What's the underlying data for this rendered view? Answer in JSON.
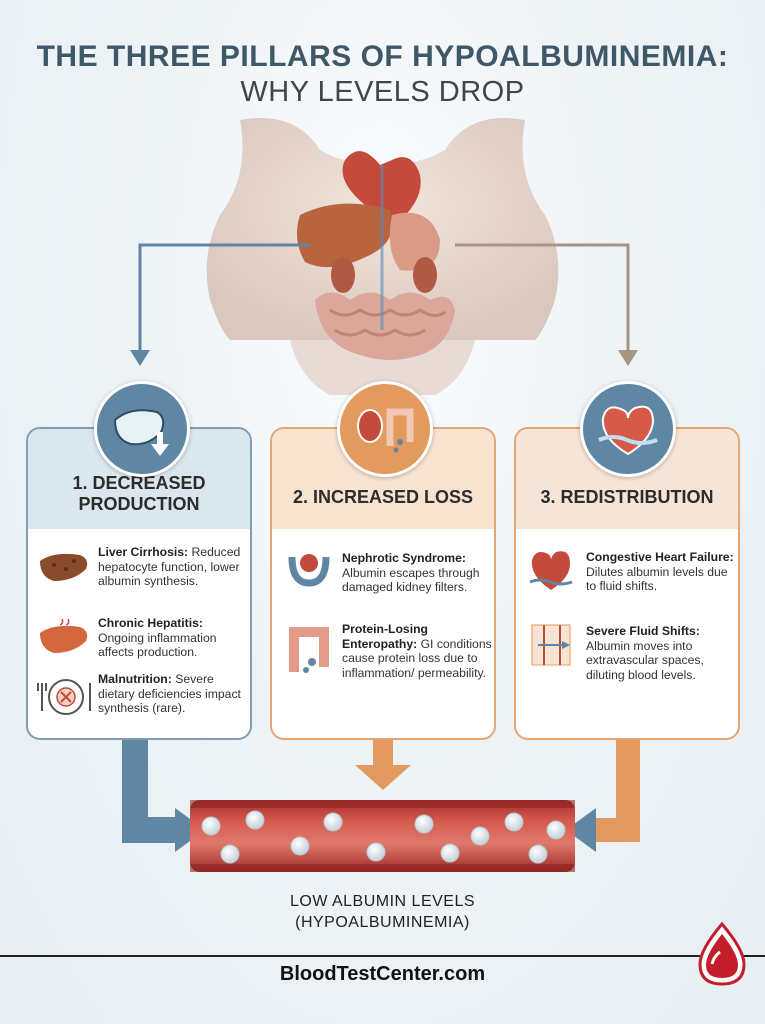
{
  "title": {
    "line1": "THE THREE PILLARS OF HYPOALBUMINEMIA:",
    "line2": "WHY LEVELS DROP"
  },
  "pillars": [
    {
      "heading": "1. DECREASED PRODUCTION",
      "icon": "liver-down-icon",
      "items": [
        {
          "term": "Liver Cirrhosis:",
          "desc": "Reduced hepatocyte function, lower albumin synthesis.",
          "icon": "cirrhotic-liver-icon"
        },
        {
          "term": "Chronic Hepatitis:",
          "desc": "Ongoing inflammation affects production.",
          "icon": "inflamed-liver-icon"
        },
        {
          "term": "Malnutrition:",
          "desc": "Severe dietary deficiencies impact synthesis (rare).",
          "icon": "empty-plate-icon"
        }
      ]
    },
    {
      "heading": "2. INCREASED LOSS",
      "icon": "kidney-intestine-icon",
      "items": [
        {
          "term": "Nephrotic Syndrome:",
          "desc": "Albumin escapes through damaged kidney filters.",
          "icon": "glomerulus-icon"
        },
        {
          "term": "Protein-Losing Enteropathy:",
          "desc": "GI conditions cause protein loss due to inflammation/ permeability.",
          "icon": "colon-icon"
        }
      ]
    },
    {
      "heading": "3. REDISTRIBUTION",
      "icon": "heart-fluid-icon",
      "items": [
        {
          "term": "Congestive Heart Failure:",
          "desc": "Dilutes albumin levels due to fluid shifts.",
          "icon": "heart-icon"
        },
        {
          "term": "Severe Fluid Shifts:",
          "desc": "Albumin moves into extravascular spaces, diluting blood levels.",
          "icon": "vessel-leak-icon"
        }
      ]
    }
  ],
  "result": {
    "line1": "LOW ALBUMIN LEVELS",
    "line2": "(HYPOALBUMINEMIA)"
  },
  "footer": {
    "site": "BloodTestCenter.com",
    "logo_icon": "blood-drop-icon"
  },
  "colors": {
    "blue": "#5f86a2",
    "orange": "#e39a5e",
    "vessel": "#c9473f",
    "title": "#3e5868"
  }
}
